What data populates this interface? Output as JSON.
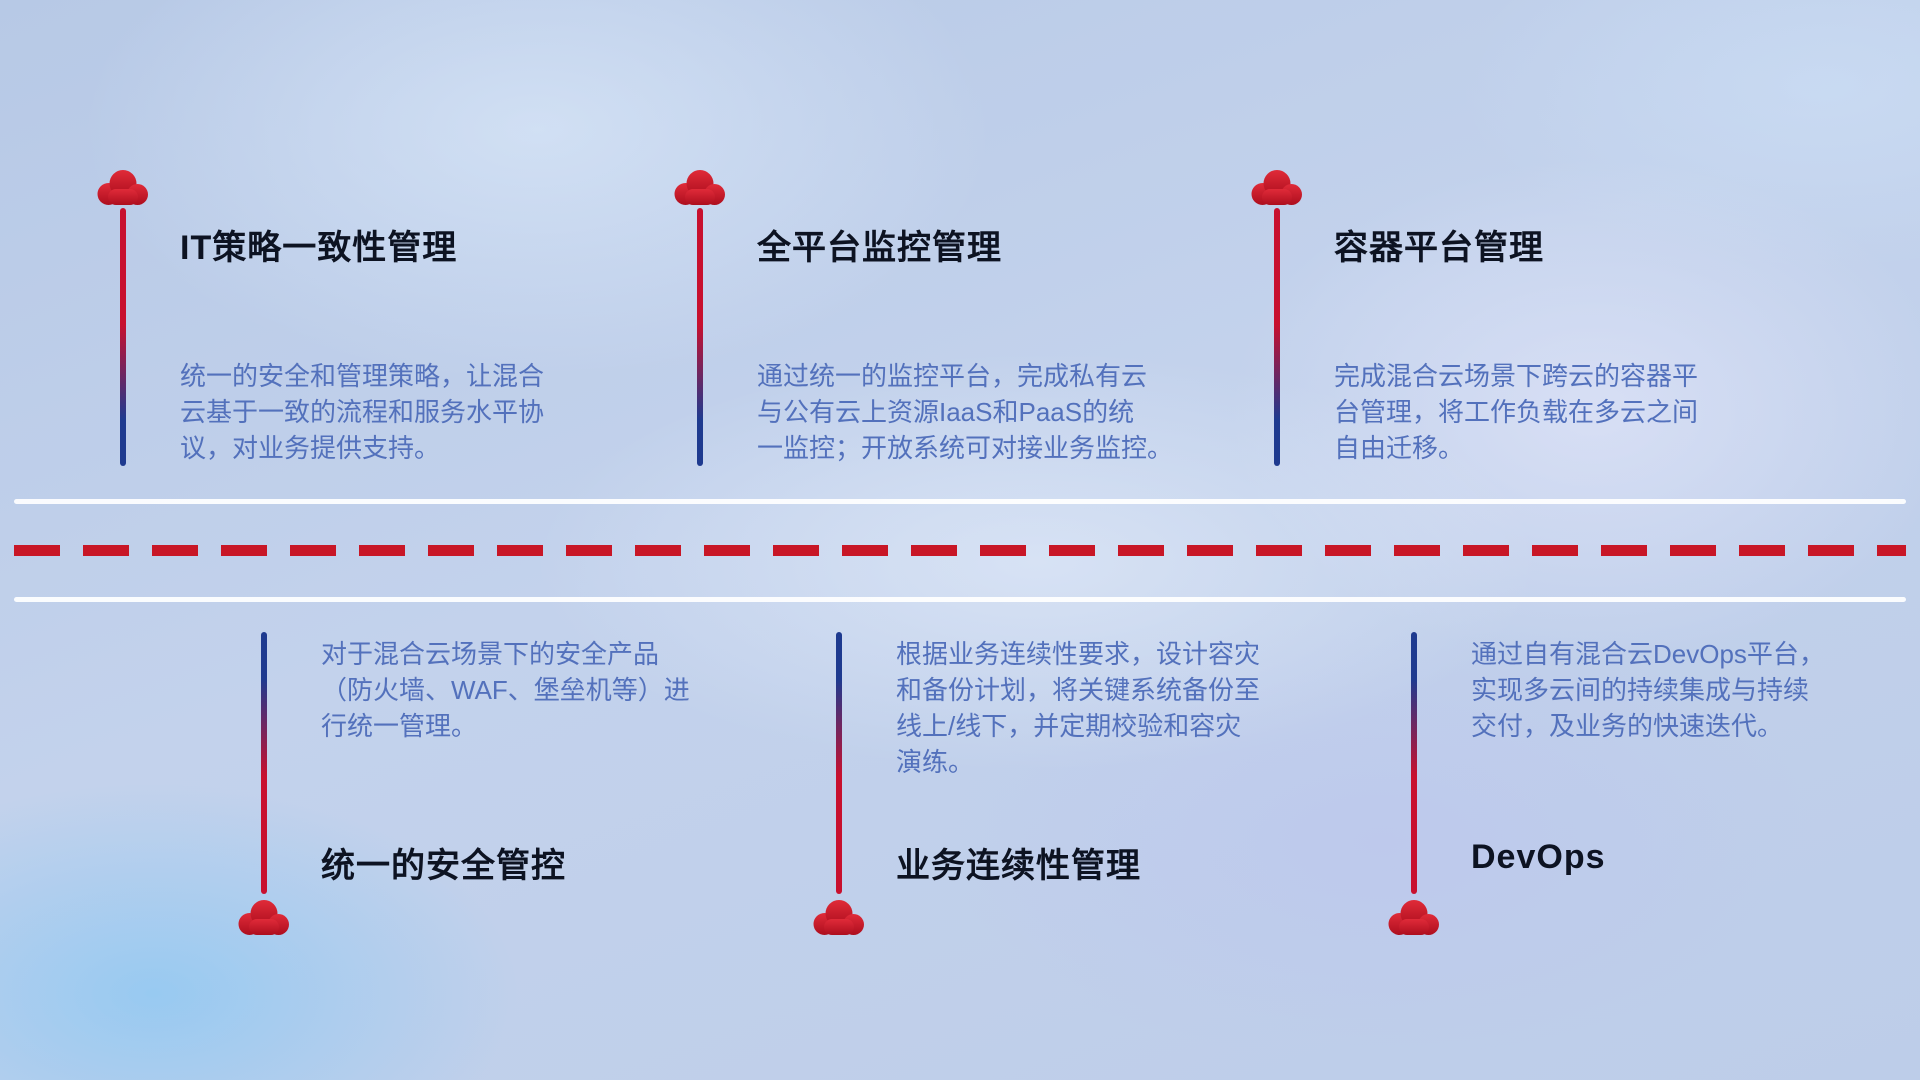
{
  "diagram": {
    "theme": "hybrid-cloud management capabilities timeline",
    "colors": {
      "cloud_red": "#c81626",
      "pole_red": "#c8102e",
      "pole_blue": "#1e3a8f",
      "title_text": "#0d1322",
      "desc_text": "#5371bc",
      "dash_red": "#c81626",
      "divider_white": "#ffffff"
    },
    "icons": {
      "cloud": "cloud-icon"
    }
  },
  "top_items": [
    {
      "title": "IT策略一致性管理",
      "desc": "统一的安全和管理策略，让混合\n云基于一致的流程和服务水平协\n议，对业务提供支持。"
    },
    {
      "title": "全平台监控管理",
      "desc": "通过统一的监控平台，完成私有云\n与公有云上资源IaaS和PaaS的统\n一监控；开放系统可对接业务监控。"
    },
    {
      "title": "容器平台管理",
      "desc": "完成混合云场景下跨云的容器平\n台管理，将工作负载在多云之间\n自由迁移。"
    }
  ],
  "bottom_items": [
    {
      "title": "统一的安全管控",
      "desc": "对于混合云场景下的安全产品\n（防火墙、WAF、堡垒机等）进\n行统一管理。"
    },
    {
      "title": "业务连续性管理",
      "desc": "根据业务连续性要求，设计容灾\n和备份计划，将关键系统备份至\n线上/线下，并定期校验和容灾\n演练。"
    },
    {
      "title": "DevOps",
      "desc": "通过自有混合云DevOps平台，\n实现多云间的持续集成与持续\n交付，及业务的快速迭代。"
    }
  ]
}
